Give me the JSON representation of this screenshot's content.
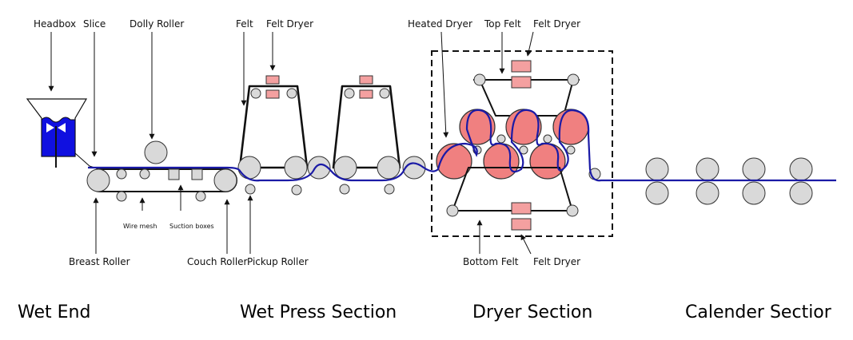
{
  "labels": {
    "headbox": "Headbox",
    "slice": "Slice",
    "dolly_roller": "Dolly Roller",
    "felt": "Felt",
    "felt_dryer_press": "Felt Dryer",
    "heated_dryer": "Heated Dryer",
    "top_felt": "Top Felt",
    "felt_dryer_top": "Felt Dryer",
    "wire_mesh": "Wire mesh",
    "suction_boxes": "Suction boxes",
    "breast_roller": "Breast Roller",
    "couch_roller": "Couch Roller",
    "pickup_roller": "Pickup Roller",
    "bottom_felt": "Bottom Felt",
    "felt_dryer_bottom": "Felt Dryer"
  },
  "sections": {
    "wet_end": "Wet End",
    "wet_press": "Wet Press Section",
    "dryer": "Dryer Section",
    "calender": "Calender Sectior"
  },
  "colors": {
    "paper_web": "#1a1aa6",
    "headbox_fill": "#1010e0",
    "heated_dryer": "#f08080",
    "felt_dryer_pad": "#f4a0a0",
    "roller": "#d9d9d9"
  }
}
